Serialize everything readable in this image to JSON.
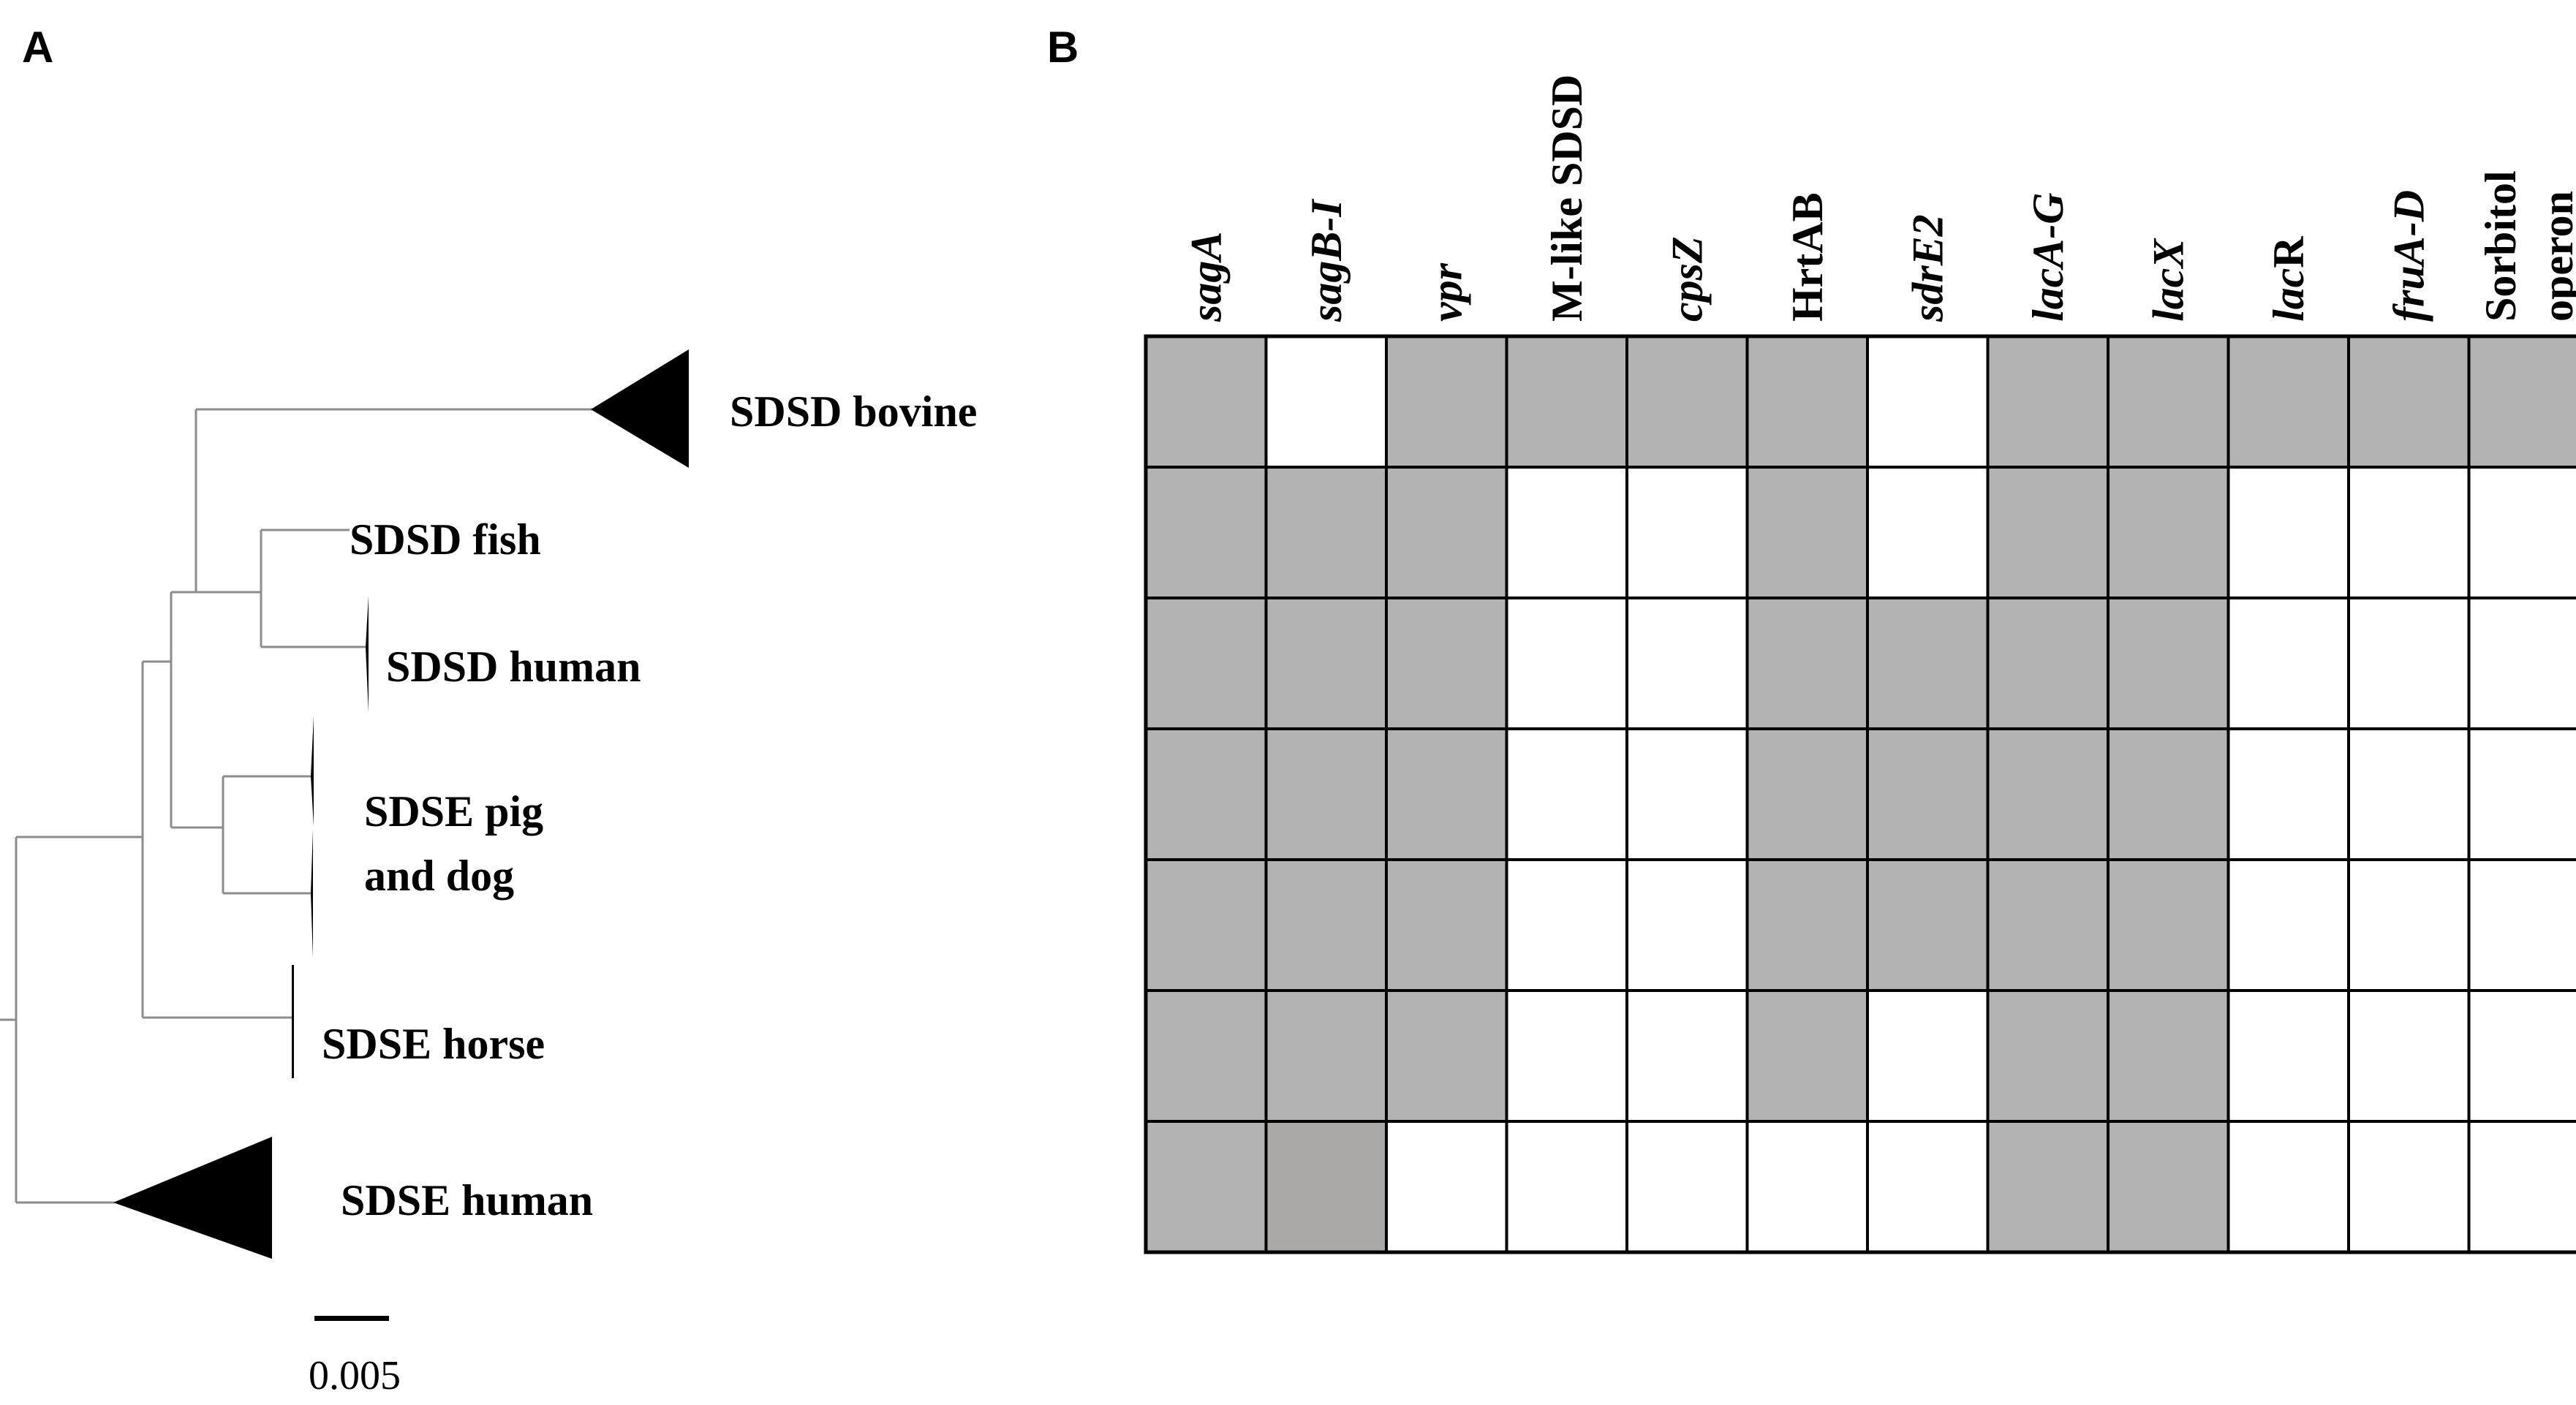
{
  "panels": {
    "a": "A",
    "b": "B"
  },
  "tree": {
    "clades": [
      {
        "label": "SDSD bovine",
        "lines": [
          "SDSD bovine"
        ]
      },
      {
        "label": "SDSD fish",
        "lines": [
          "SDSD fish"
        ]
      },
      {
        "label": "SDSD human",
        "lines": [
          "SDSD human"
        ]
      },
      {
        "label": "SDSE pig and dog",
        "lines": [
          "SDSE pig",
          "and dog"
        ]
      },
      {
        "label": "SDSE horse",
        "lines": [
          "SDSE horse"
        ]
      },
      {
        "label": "SDSE human",
        "lines": [
          "SDSE human"
        ]
      }
    ],
    "scale_bar": "0.005"
  },
  "matrix": {
    "columns": [
      {
        "lines": [
          "sagA"
        ],
        "italic": true
      },
      {
        "lines": [
          "sagB-I"
        ],
        "italic": true
      },
      {
        "lines": [
          "vpr"
        ],
        "italic": true
      },
      {
        "lines": [
          "M-like SDSD"
        ],
        "italic": false
      },
      {
        "lines": [
          "cpsZ"
        ],
        "italic": true
      },
      {
        "lines": [
          "HrtAB"
        ],
        "italic": false
      },
      {
        "lines": [
          "sdrE2"
        ],
        "italic": true
      },
      {
        "lines": [
          "lacA-G"
        ],
        "italic": true
      },
      {
        "lines": [
          "lacX"
        ],
        "italic": true
      },
      {
        "lines": [
          "lacR"
        ],
        "italic": true,
        "mixed": [
          "lac",
          "R"
        ]
      },
      {
        "lines": [
          "fruA-D"
        ],
        "italic": true
      },
      {
        "lines": [
          "Sorbitol",
          "operon"
        ],
        "italic": false
      }
    ],
    "rows": [
      [
        1,
        0,
        1,
        1,
        1,
        1,
        0,
        1,
        1,
        1,
        1,
        1
      ],
      [
        1,
        1,
        1,
        0,
        0,
        1,
        0,
        1,
        1,
        0,
        0,
        0
      ],
      [
        1,
        1,
        1,
        0,
        0,
        1,
        1,
        1,
        1,
        0,
        0,
        0
      ],
      [
        1,
        1,
        1,
        0,
        0,
        1,
        1,
        1,
        1,
        0,
        0,
        0
      ],
      [
        1,
        1,
        1,
        0,
        0,
        1,
        1,
        1,
        1,
        0,
        0,
        0
      ],
      [
        1,
        1,
        1,
        0,
        0,
        1,
        0,
        1,
        1,
        0,
        0,
        0
      ],
      [
        1,
        2,
        0,
        0,
        0,
        0,
        0,
        1,
        1,
        0,
        0,
        0
      ]
    ],
    "colors": {
      "present": "#b3b3b3",
      "present_alt": "#aba8a8",
      "absent": "#ffffff",
      "line": "#000000"
    }
  }
}
